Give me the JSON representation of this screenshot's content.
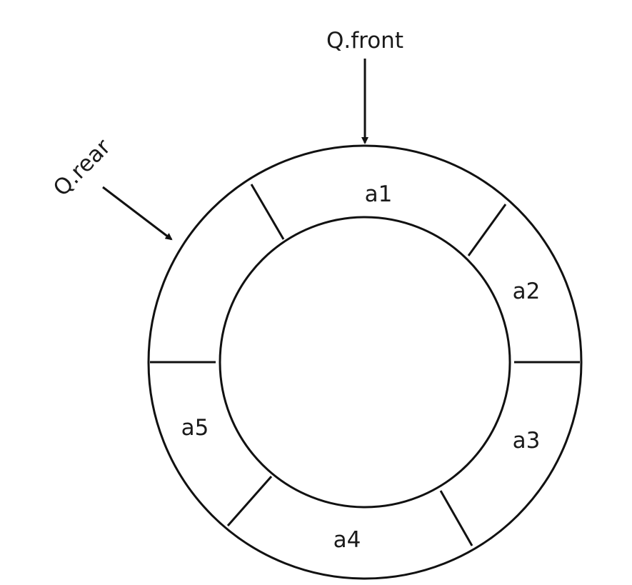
{
  "diagram": {
    "title": "",
    "pointers": {
      "front": "Q.front",
      "rear": "Q.rear"
    },
    "slots": [
      {
        "label": "a1"
      },
      {
        "label": "a2"
      },
      {
        "label": "a3"
      },
      {
        "label": "a4"
      },
      {
        "label": "a5"
      },
      {
        "label": ""
      }
    ],
    "colors": {
      "stroke": "#111111",
      "text": "#1a1a1a",
      "background": "#ffffff"
    }
  }
}
